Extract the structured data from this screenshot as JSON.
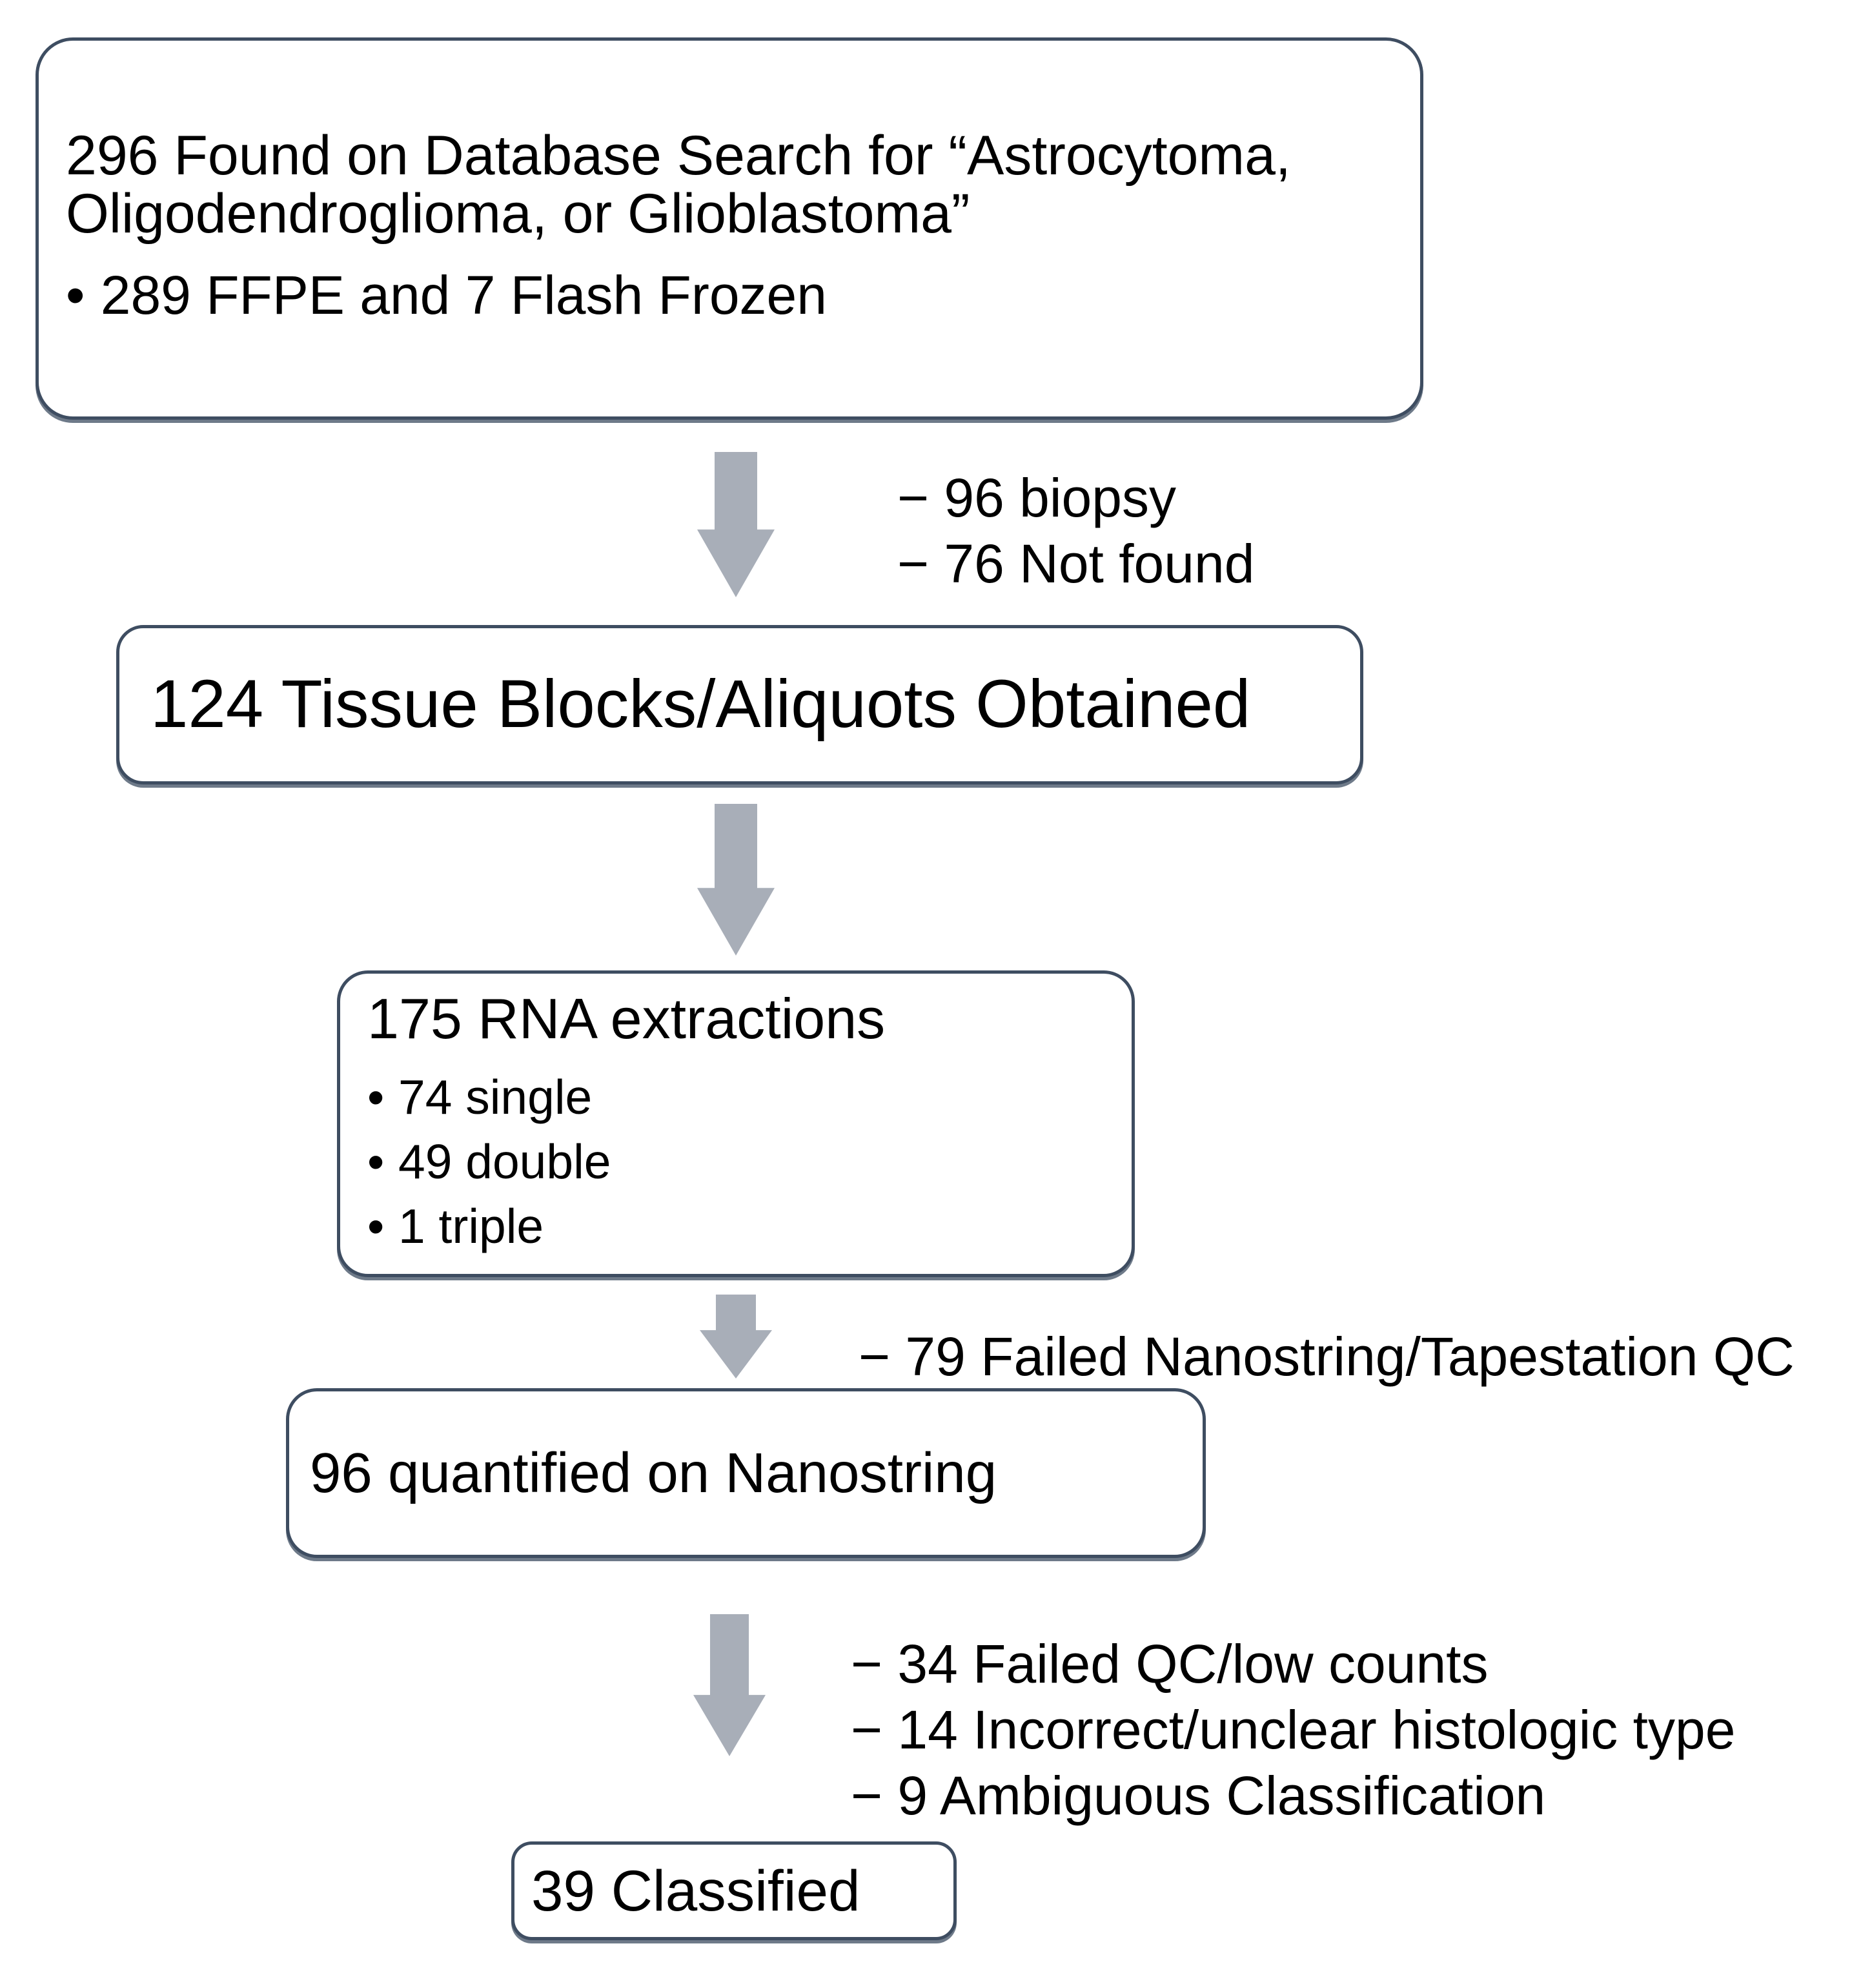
{
  "ui": {
    "bullet_char": "•"
  },
  "colors": {
    "box_border": "#3E4D61",
    "arrow_fill": "#A8AEB8",
    "text": "#000000",
    "background": "#FFFFFF"
  },
  "boxes": [
    {
      "name": "database-search",
      "heading_lines": [
        "296 Found on Database Search for “Astrocytoma,",
        "Oligodendroglioma, or Glioblastoma”"
      ],
      "bullets": [
        "289 FFPE and 7 Flash Frozen"
      ]
    },
    {
      "name": "tissue-blocks-obtained",
      "heading_lines": [
        "124 Tissue Blocks/Aliquots Obtained"
      ],
      "bullets": []
    },
    {
      "name": "rna-extractions",
      "heading_lines": [
        "175 RNA extractions"
      ],
      "bullets": [
        "74 single",
        "49 double",
        "1 triple"
      ]
    },
    {
      "name": "nanostring-quantified",
      "heading_lines": [
        "96 quantified on Nanostring"
      ],
      "bullets": []
    },
    {
      "name": "classified",
      "heading_lines": [
        "39 Classified"
      ],
      "bullets": []
    }
  ],
  "annotations": [
    {
      "lines": [
        "− 96 biopsy",
        "− 76 Not found"
      ]
    },
    {
      "lines": [
        "− 79 Failed Nanostring/Tapestation QC"
      ]
    },
    {
      "lines": [
        "− 34 Failed QC/low counts",
        "− 14 Incorrect/unclear histologic type",
        "− 9 Ambiguous Classification"
      ]
    }
  ]
}
